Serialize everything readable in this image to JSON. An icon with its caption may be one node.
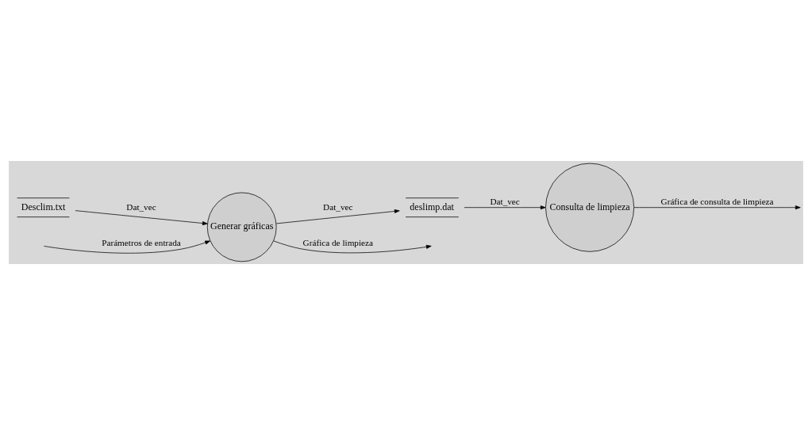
{
  "diagram": {
    "nodes": [
      {
        "text": [
          "Desclim.txt"
        ]
      },
      {
        "text": [
          "Generar gráficas"
        ]
      },
      {
        "text": [
          "deslimp.dat"
        ]
      },
      {
        "text": [
          "Consulta de limpieza"
        ]
      }
    ],
    "edges": [
      {
        "from": 0,
        "to": 1,
        "arrow": "to",
        "label": "Dat_vec"
      },
      {
        "from": null,
        "to": 1,
        "arrow": "to",
        "label": "Parámetros de entrada"
      },
      {
        "from": 1,
        "to": null,
        "arrow": "to",
        "label": "Gráfica de limpieza"
      },
      {
        "from": 1,
        "to": 2,
        "arrow": "to",
        "label": "Dat_vec"
      },
      {
        "from": 2,
        "to": 3,
        "arrow": "to",
        "label": "Dat_vec"
      },
      {
        "from": 3,
        "to": null,
        "arrow": "to",
        "label": "Gráfica de consulta de limpieza"
      }
    ]
  }
}
